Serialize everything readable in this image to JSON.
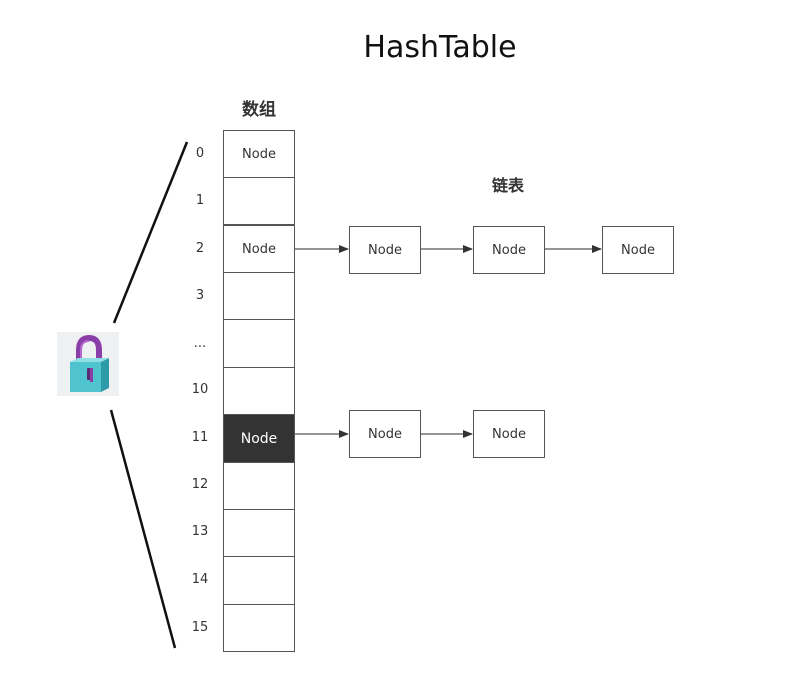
{
  "title": "HashTable",
  "array_heading": "数组",
  "list_heading": "链表",
  "index_labels": [
    "0",
    "1",
    "2",
    "3",
    "...",
    "10",
    "11",
    "12",
    "13",
    "14",
    "15"
  ],
  "slots": {
    "s0": "Node",
    "s1": "",
    "s2": "Node",
    "s3": "",
    "s4": "",
    "s10": "",
    "s11": "Node",
    "s12": "",
    "s13": "",
    "s14": "",
    "s15": ""
  },
  "chain_slot2": [
    "Node",
    "Node",
    "Node"
  ],
  "chain_slot11": [
    "Node",
    "Node"
  ],
  "colors": {
    "highlight_cell": "#333333",
    "lock_body": "#4fc4cf",
    "lock_shackle": "#8a3fa8"
  },
  "icons": {
    "lock": "padlock-icon"
  }
}
